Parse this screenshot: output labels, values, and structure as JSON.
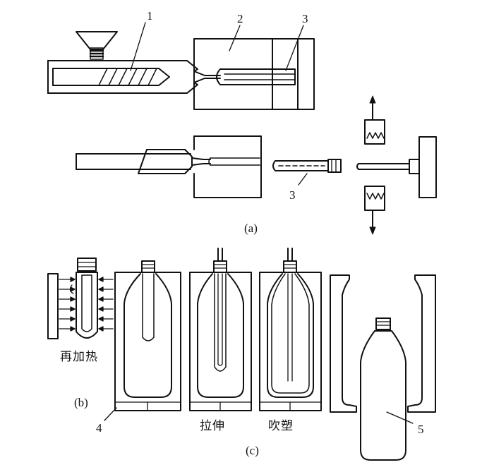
{
  "callouts": {
    "n1": "1",
    "n2": "2",
    "n3_top": "3",
    "n3_preform": "3",
    "n4": "4",
    "n5": "5"
  },
  "captions": {
    "a": "(a)",
    "b": "(b)",
    "c": "(c)"
  },
  "stage_labels": {
    "reheat": "再加热",
    "stretch": "拉伸",
    "blow": "吹塑"
  },
  "colors": {
    "ink": "#111111",
    "paper": "#ffffff"
  }
}
